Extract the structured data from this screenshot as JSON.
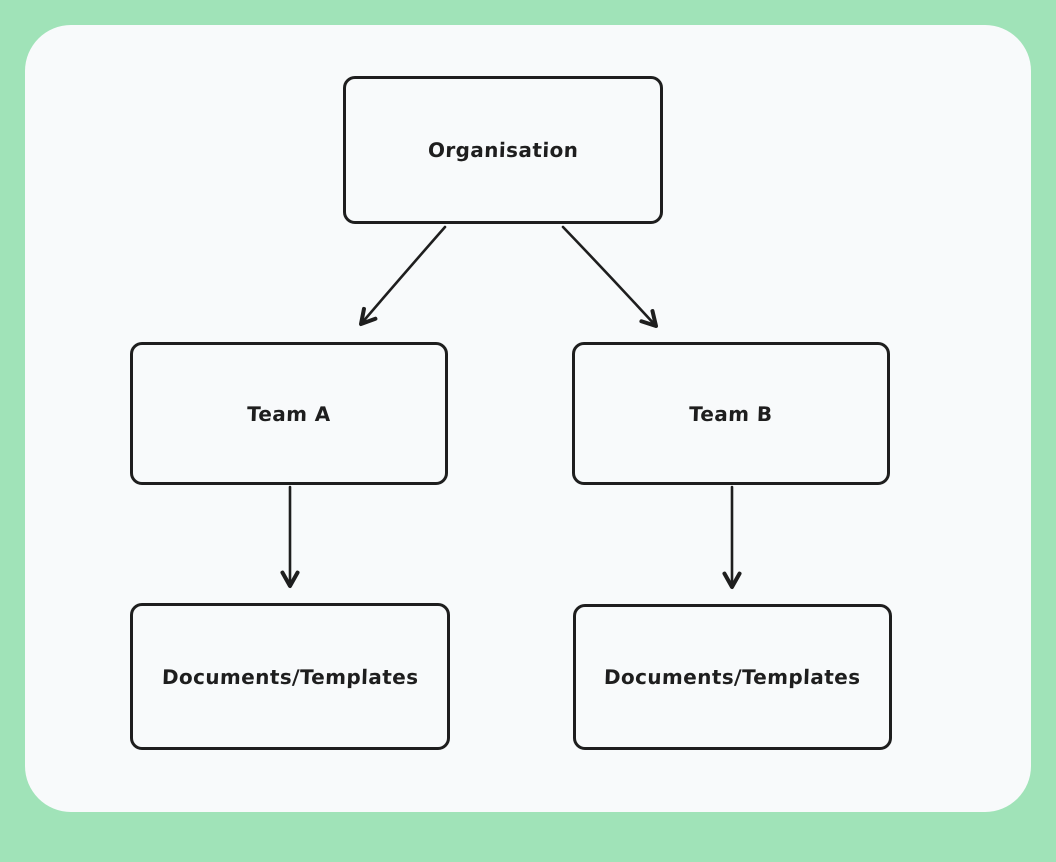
{
  "page": {
    "background_color": "#a0e3b8",
    "canvas_color": "#f8fafb",
    "stroke_color": "#1e1e1e"
  },
  "diagram": {
    "type": "org-chart",
    "nodes": [
      {
        "id": "organisation",
        "label": "Organisation"
      },
      {
        "id": "team-a",
        "label": "Team A"
      },
      {
        "id": "team-b",
        "label": "Team B"
      },
      {
        "id": "documents-a",
        "label": "Documents/Templates"
      },
      {
        "id": "documents-b",
        "label": "Documents/Templates"
      }
    ],
    "edges": [
      {
        "from": "organisation",
        "to": "team-a",
        "arrowhead": "open-v"
      },
      {
        "from": "organisation",
        "to": "team-b",
        "arrowhead": "open-v"
      },
      {
        "from": "team-a",
        "to": "documents-a",
        "arrowhead": "open-v"
      },
      {
        "from": "team-b",
        "to": "documents-b",
        "arrowhead": "open-v"
      }
    ]
  }
}
